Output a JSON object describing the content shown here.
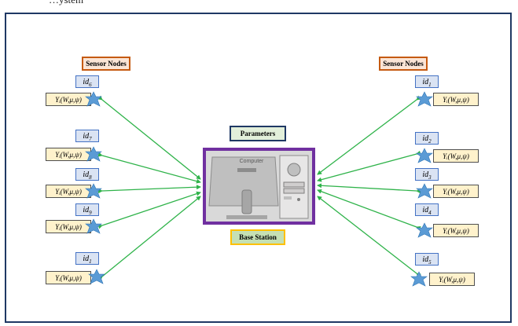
{
  "top_text": "…ystem",
  "sensor_nodes_left": "Sensor Nodes",
  "sensor_nodes_right": "Sensor Nodes",
  "parameters": "Parameters",
  "base_station": "Base Station",
  "computer_label": "Computer",
  "y_formula": "Yᵢ(W,μ,ψ)",
  "left_nodes": [
    {
      "id_base": "id",
      "id_sub": "6"
    },
    {
      "id_base": "id",
      "id_sub": "7"
    },
    {
      "id_base": "id",
      "id_sub": "8"
    },
    {
      "id_base": "id",
      "id_sub": "9"
    },
    {
      "id_base": "id",
      "id_sub": "1"
    }
  ],
  "right_nodes": [
    {
      "id_base": "id",
      "id_sub": "1"
    },
    {
      "id_base": "id",
      "id_sub": "2"
    },
    {
      "id_base": "id",
      "id_sub": "3"
    },
    {
      "id_base": "id",
      "id_sub": "4"
    },
    {
      "id_base": "id",
      "id_sub": "5"
    }
  ],
  "colors": {
    "arrow": "#2fb34a",
    "star": "#5b9bd5",
    "border_frame": "#1f3864",
    "computer_border": "#7030a0"
  }
}
